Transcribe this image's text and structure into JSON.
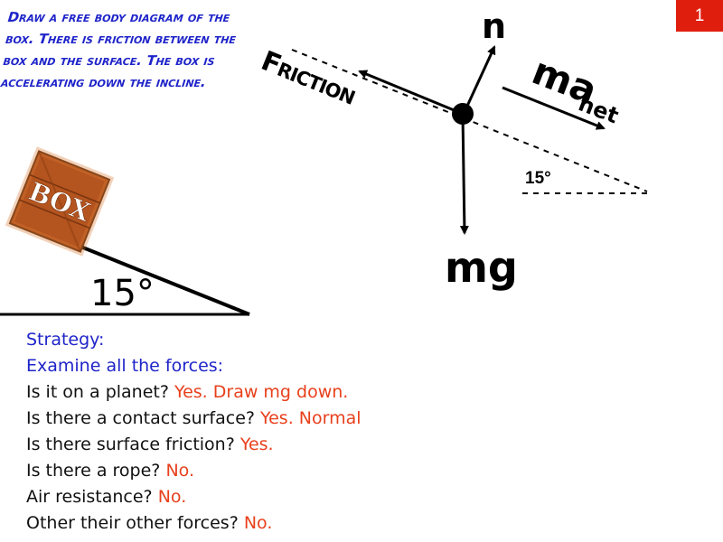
{
  "slide_number": "1",
  "prompt": {
    "text": "Draw a free body diagram of the box. There is friction between the box and the surface. The box is accelerating down the incline."
  },
  "incline": {
    "box_label": "BOX",
    "angle_label": "15°"
  },
  "fbd": {
    "normal_label": "n",
    "weight_label": "mg",
    "friction_label": "Friction",
    "net_label_main": "ma",
    "net_label_sub": "net",
    "angle_label": "15°"
  },
  "strategy": {
    "heading": "Strategy:",
    "subheading": "Examine all the forces:",
    "items": [
      {
        "question": "Is it on a planet?",
        "answer": "Yes. Draw mg down."
      },
      {
        "question": "Is there a contact surface?",
        "answer": "Yes. Normal"
      },
      {
        "question": "Is there surface friction?",
        "answer": "Yes."
      },
      {
        "question": "Is there a rope?",
        "answer": "No."
      },
      {
        "question": "Air resistance?",
        "answer": "No."
      },
      {
        "question": "Other their other forces?",
        "answer": "No."
      }
    ]
  },
  "colors": {
    "accent_blue": "#1f24c9",
    "answer_red": "#e8401c",
    "slide_number_bg": "#e01e0e",
    "box_wood": "#b4541e"
  }
}
